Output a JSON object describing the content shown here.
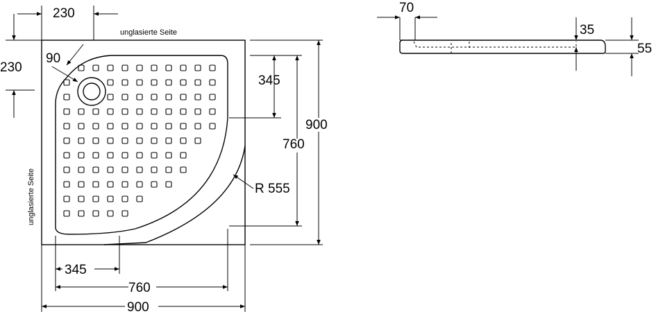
{
  "plan_view": {
    "labels": {
      "unglazed_top": "unglasierte Seite",
      "unglazed_left": "unglasierte Seite"
    },
    "dimensions": {
      "top_offset": "230",
      "left_offset": "230",
      "angle": "90",
      "inner_height_345": "345",
      "inner_height_760": "760",
      "outer_height_900": "900",
      "radius": "R 555",
      "bottom_345": "345",
      "bottom_760": "760",
      "bottom_900": "900"
    }
  },
  "side_view": {
    "dimensions": {
      "offset_70": "70",
      "depth_35": "35",
      "height_55": "55"
    }
  }
}
